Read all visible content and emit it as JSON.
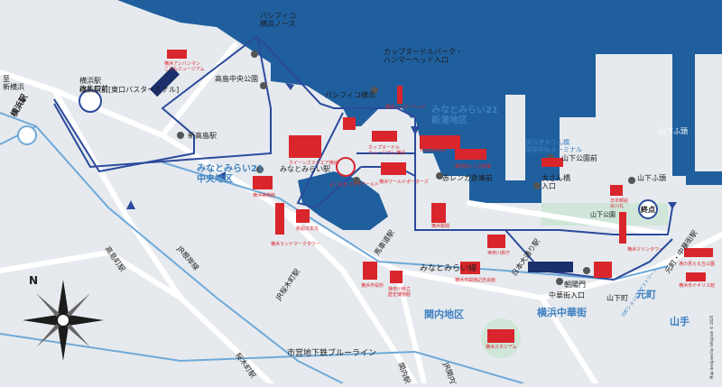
{
  "colors": {
    "sea": "#1f5f9e",
    "sea_light": "#5b8fc6",
    "land": "#e6eaee",
    "road": "#ffffff",
    "route": "#2b4a9c",
    "rail": "#6fa9d8",
    "landmark": "#d9262c",
    "park": "#cfe6d9",
    "district": "#3d7fc0"
  },
  "labels": {
    "shinyokohama": "至\n新横浜",
    "yokohama_station_left": "横浜駅",
    "yokohama_station_ticket": "横浜駅\n改札口前",
    "yokohama_east_bus": "横浜駅前[東口バスターミナル]",
    "pacifico_north": "パシフィコ\n横浜ノース",
    "cupnoodle_hammerhead": "カップヌードルパーク・\nハンマーヘッド入口",
    "takashima_park": "高島中央公園",
    "pacifico_yokohama": "パシフィコ横浜",
    "shin_takashima": "新高島駅",
    "mm21_central": "みなとみらい21\n中央地区",
    "minatomirai_station": "みなとみらい駅",
    "mm21_shinko": "みなとみらい21\n新港地区",
    "redbrick_front": "赤レンガ倉庫前",
    "zou_no_hana": "横浜港大さん橋\n国際客船ターミナル",
    "osanbashi": "大さん橋\n入口",
    "yamashita_park": "山下公園前",
    "yamashita_park_area": "山下公園",
    "yamashita_futo": "山下ふ頭",
    "terminal": "終点",
    "yamashita_pier_top": "山下ふ頭",
    "takashimacho": "高島町駅",
    "jr_negishi": "JR根岸線",
    "sakuragicho": "桜木町駅",
    "jr_sakuragicho": "JR桜木町駅",
    "bashamichi": "馬車道駅",
    "minatomirai_line": "みなとみらい線",
    "nihon_odori": "日本大通り駅",
    "motomachi_chukagai": "元町・中華街駅",
    "kannai_district": "関内地区",
    "kannai": "関内駅",
    "jr_kannai": "JR関内駅",
    "yokohama_chinatown": "横浜中華街",
    "chukagai_entrance": "中華街入口",
    "yamashitacho": "山下町",
    "chorakumon": "朝陽門",
    "motomachi": "元町",
    "yamate": "山手",
    "blue_line": "市営地下鉄ブルーライン",
    "anpanman": "横浜アンパンマン\nこどもミュージアム",
    "hammerhead": "横浜ハンマーヘッド",
    "cupnoodle_museum": "カップヌードル\nミュージアム 横浜",
    "marine_walk": "MARINE & WALK\nYOKOHAMA",
    "redbrick": "横浜赤レンガ倉庫",
    "world_porters": "横浜ワールドポーターズ",
    "cosmo_world": "よこはまコスモワールド",
    "queens_square": "クイーンズスクエア横浜",
    "art_museum": "横浜美術館",
    "nippon_maru": "帆船日本丸",
    "landmark_tower": "横浜ランドマークタワー",
    "customs": "横浜税関",
    "kanagawa_pref": "神奈川県庁",
    "port_museum": "横浜市役所",
    "history_museum": "神奈川県立\n歴史博物館",
    "opening_memorial": "横浜市開港記念会館",
    "hikawa_maru": "日本郵船\n氷川丸",
    "marine_tower": "横浜マリンタワー",
    "stadium": "横浜スタジアム",
    "foreign_cemetery": "港の見える丘公園",
    "english_house": "横浜市イギリス館",
    "motomachi_chukagai_walk": "元町ショッピングストリート",
    "compass_n": "N",
    "credit": "Map designed by Infogram © 2020"
  }
}
